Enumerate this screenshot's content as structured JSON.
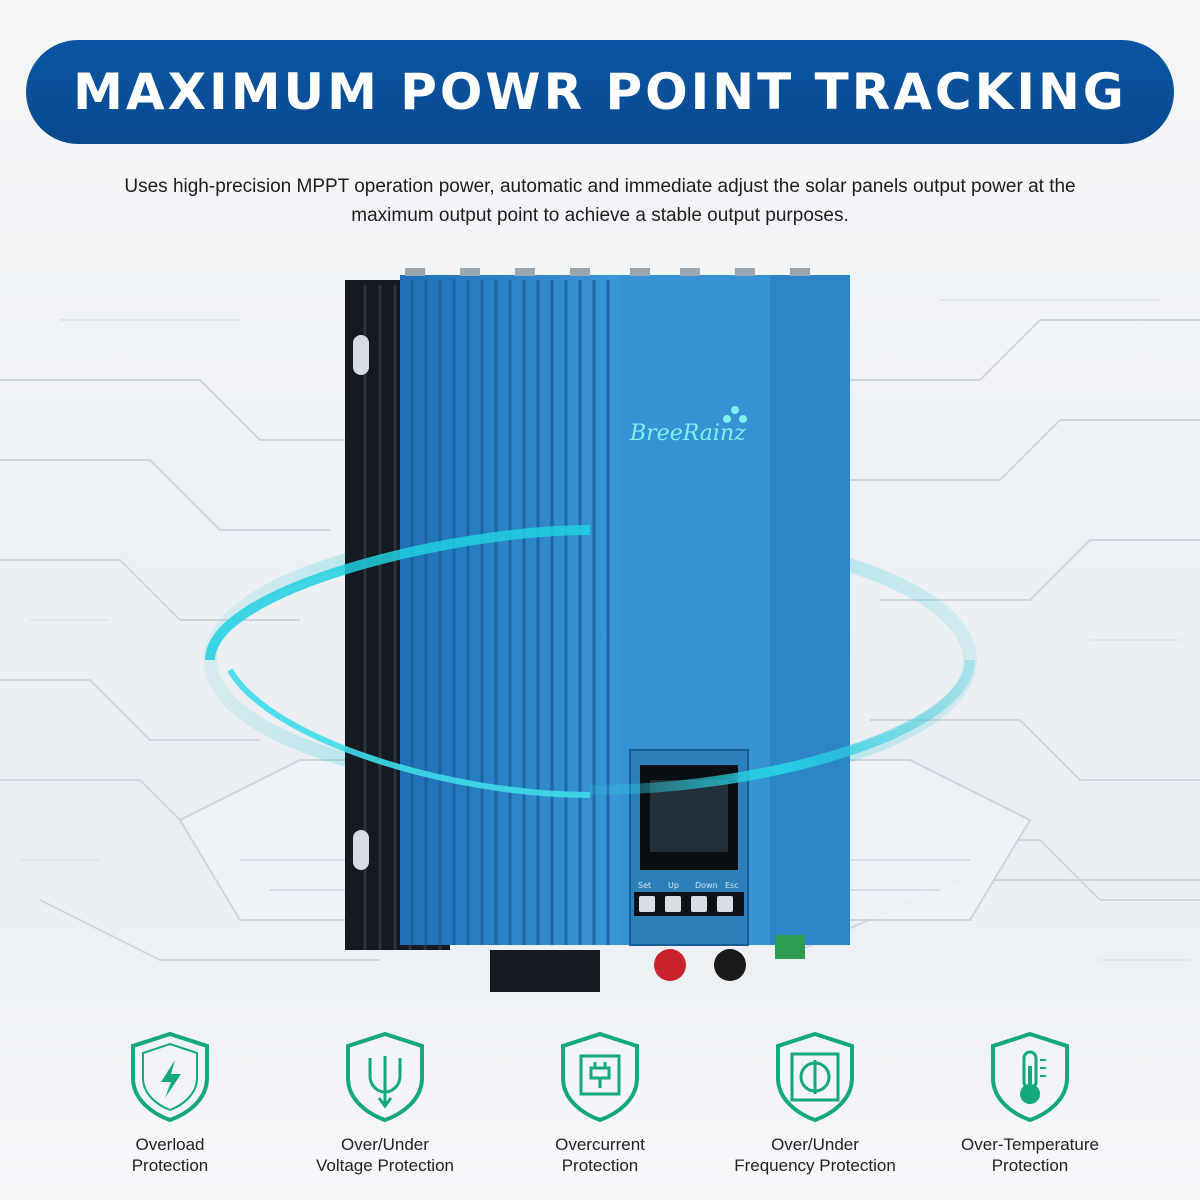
{
  "header": {
    "title": "MAXIMUM POWR POINT TRACKING",
    "subtitle": "Uses high-precision MPPT operation power, automatic and immediate adjust the solar panels output power at the maximum output point to achieve a stable output purposes."
  },
  "product": {
    "brand": "BreeRainz",
    "buttons": [
      "Set",
      "Up",
      "Down",
      "Esc"
    ]
  },
  "features": [
    {
      "icon": "lightning-shield-icon",
      "line1": "Overload",
      "line2": "Protection"
    },
    {
      "icon": "voltage-shield-icon",
      "line1": "Over/Under",
      "line2": "Voltage Protection"
    },
    {
      "icon": "plug-shield-icon",
      "line1": "Overcurrent",
      "line2": "Protection"
    },
    {
      "icon": "frequency-shield-icon",
      "line1": "Over/Under",
      "line2": "Frequency Protection"
    },
    {
      "icon": "thermometer-shield-icon",
      "line1": "Over-Temperature",
      "line2": "Protection"
    }
  ],
  "colors": {
    "header_bg": "#0b56a3",
    "icon_green": "#15a87a",
    "device_blue": "#2f8ed0"
  }
}
